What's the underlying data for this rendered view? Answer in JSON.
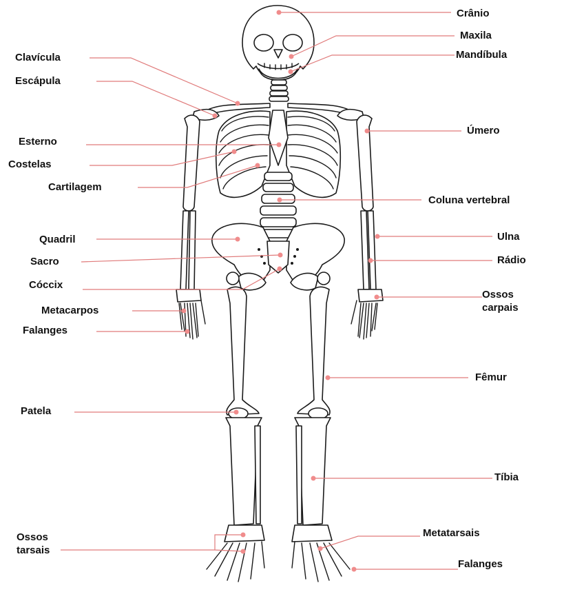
{
  "colors": {
    "leader": "#e07a7a",
    "dot": "#f08c8c",
    "bone_outline": "#1a1a1a",
    "label": "#111111"
  },
  "labels": {
    "cranio": "Crânio",
    "maxila": "Maxila",
    "mandibula": "Mandíbula",
    "clavicula": "Clavícula",
    "escapula": "Escápula",
    "umero": "Úmero",
    "esterno": "Esterno",
    "costelas": "Costelas",
    "cartilagem": "Cartilagem",
    "coluna": "Coluna vertebral",
    "quadril": "Quadril",
    "ulna": "Ulna",
    "sacro": "Sacro",
    "radio": "Rádio",
    "coccix": "Cóccix",
    "ossos_carpais_1": "Ossos",
    "ossos_carpais_2": "carpais",
    "metacarpos": "Metacarpos",
    "falanges_mao": "Falanges",
    "femur": "Fêmur",
    "patela": "Patela",
    "tibia": "Tíbia",
    "ossos_tarsais_1": "Ossos",
    "ossos_tarsais_2": "tarsais",
    "metatarsais": "Metatarsais",
    "falanges_pe": "Falanges"
  }
}
